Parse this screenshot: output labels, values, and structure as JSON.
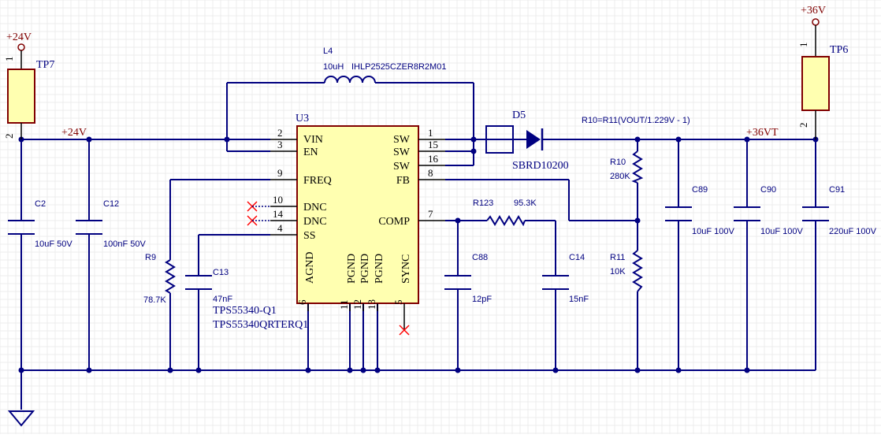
{
  "nets": {
    "vin_rail_label": "+24V",
    "vin_label": "+24V",
    "vout_rail_label": "+36V",
    "vout_label": "+36VT"
  },
  "ic": {
    "ref": "U3",
    "part1": "TPS55340-Q1",
    "part2": "TPS55340QRTERQ1",
    "pins_left": [
      {
        "num": "2",
        "name": "VIN"
      },
      {
        "num": "3",
        "name": "EN"
      },
      {
        "num": "9",
        "name": "FREQ"
      },
      {
        "num": "10",
        "name": "DNC"
      },
      {
        "num": "14",
        "name": "DNC"
      },
      {
        "num": "4",
        "name": "SS"
      }
    ],
    "pins_right": [
      {
        "num": "1",
        "name": "SW"
      },
      {
        "num": "15",
        "name": "SW"
      },
      {
        "num": "16",
        "name": "SW"
      },
      {
        "num": "8",
        "name": "FB"
      },
      {
        "num": "7",
        "name": "COMP"
      }
    ],
    "pins_bottom": [
      {
        "num": "6",
        "name": "AGND"
      },
      {
        "num": "11",
        "name": "PGND"
      },
      {
        "num": "12",
        "name": "PGND"
      },
      {
        "num": "13",
        "name": "PGND"
      },
      {
        "num": "5",
        "name": "SYNC"
      }
    ]
  },
  "testpoints": {
    "tp7": {
      "ref": "TP7",
      "pin1": "1",
      "pin2": "2"
    },
    "tp6": {
      "ref": "TP6",
      "pin1": "1",
      "pin2": "2"
    }
  },
  "inductor": {
    "ref": "L4",
    "value": "10uH",
    "part": "IHLP2525CZER8R2M01"
  },
  "diode": {
    "ref": "D5",
    "part": "SBRD10200"
  },
  "formula": "R10=R11(VOUT/1.229V - 1)",
  "components": {
    "c2": {
      "ref": "C2",
      "value": "10uF 50V"
    },
    "c12": {
      "ref": "C12",
      "value": "100nF 50V"
    },
    "r9": {
      "ref": "R9",
      "value": "78.7K"
    },
    "c13": {
      "ref": "C13",
      "value": "47nF"
    },
    "c88": {
      "ref": "C88",
      "value": "12pF"
    },
    "r123": {
      "ref": "R123",
      "value": "95.3K"
    },
    "c14": {
      "ref": "C14",
      "value": "15nF"
    },
    "r10": {
      "ref": "R10",
      "value": "280K"
    },
    "r11": {
      "ref": "R11",
      "value": "10K"
    },
    "c89": {
      "ref": "C89",
      "value": "10uF 100V"
    },
    "c90": {
      "ref": "C90",
      "value": "10uF 100V"
    },
    "c91": {
      "ref": "C91",
      "value": "220uF 100V"
    }
  },
  "colors": {
    "wire": "#000080",
    "ic_body": "#ffffb0",
    "ic_border": "#800000",
    "testpoint_body": "#ffffb0",
    "testpoint_border": "#800000",
    "pin_line": "#000000",
    "no_connect": "#ff0000",
    "net_label": "#800000",
    "component": "#000080"
  }
}
